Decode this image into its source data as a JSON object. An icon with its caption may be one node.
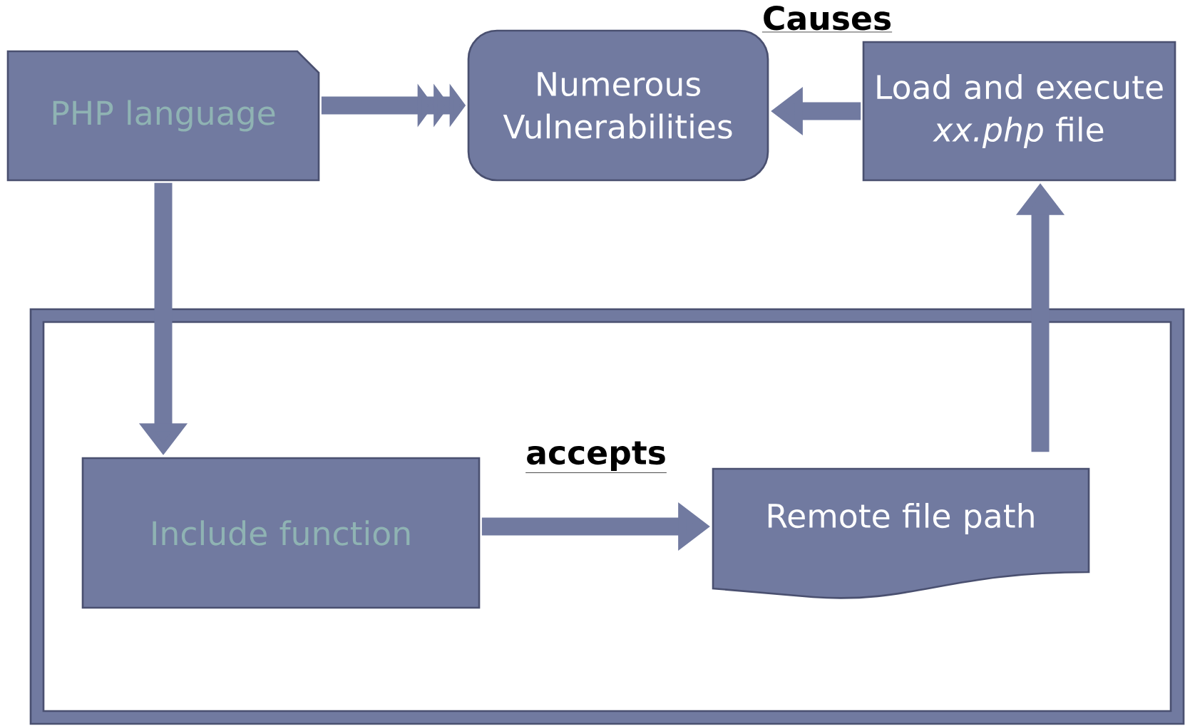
{
  "diagram": {
    "nodes": [
      {
        "text": [
          "PHP language"
        ]
      },
      {
        "text": [
          "Numerous Vulnerabilities"
        ]
      },
      {
        "text": [
          "Load and execute *xx.php* file"
        ]
      },
      {
        "text": [],
        "shape": "box"
      },
      {
        "text": [
          "Include function"
        ],
        "in": 3
      },
      {
        "text": [
          "Remote file path"
        ],
        "in": 3
      }
    ],
    "edges": [
      {
        "from": 0,
        "to": 1,
        "arrow": "to"
      },
      {
        "from": 2,
        "to": 1,
        "arrow": "to",
        "label": "Causes"
      },
      {
        "from": 0,
        "to": 4,
        "arrow": "to"
      },
      {
        "from": 4,
        "to": 5,
        "arrow": "to",
        "label": "accepts"
      },
      {
        "from": 5,
        "to": 2,
        "arrow": "to"
      }
    ]
  }
}
